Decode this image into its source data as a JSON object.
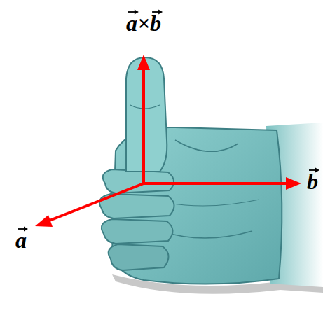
{
  "diagram": {
    "labels": [
      "a×b",
      "b",
      "a"
    ]
  }
}
